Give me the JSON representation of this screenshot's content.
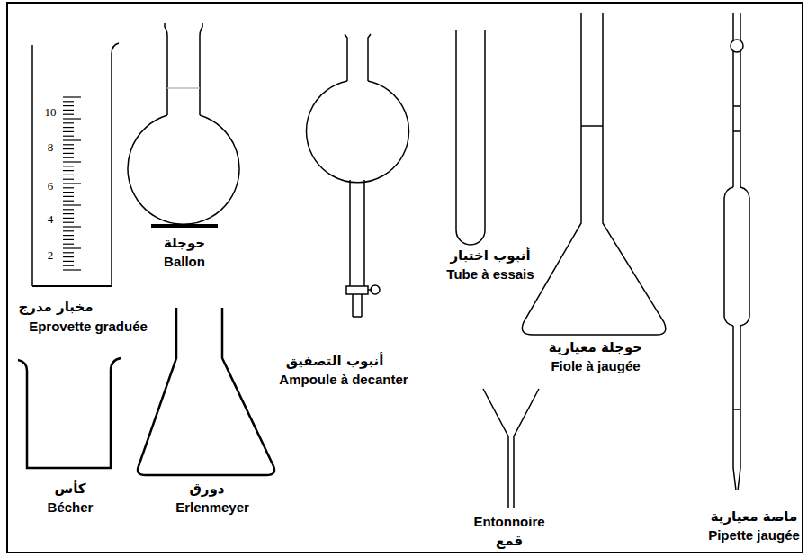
{
  "diagram": {
    "labels": [
      "10",
      "8",
      "6",
      "4",
      "2",
      "مخبار مدرج",
      "Eprovette graduée",
      "حوجلة",
      "Ballon",
      "أنبوب التصفيق",
      "Ampoule à decanter",
      "أنبوب اختبار",
      "Tube à essais",
      "حوجلة معيارية",
      "Fiole à jaugée",
      "ماصة معيارية",
      "Pipette jaugée",
      "كأس",
      "Bécher",
      "دورق",
      "Erlenmeyer",
      "Entonnoire",
      "قمع"
    ]
  }
}
